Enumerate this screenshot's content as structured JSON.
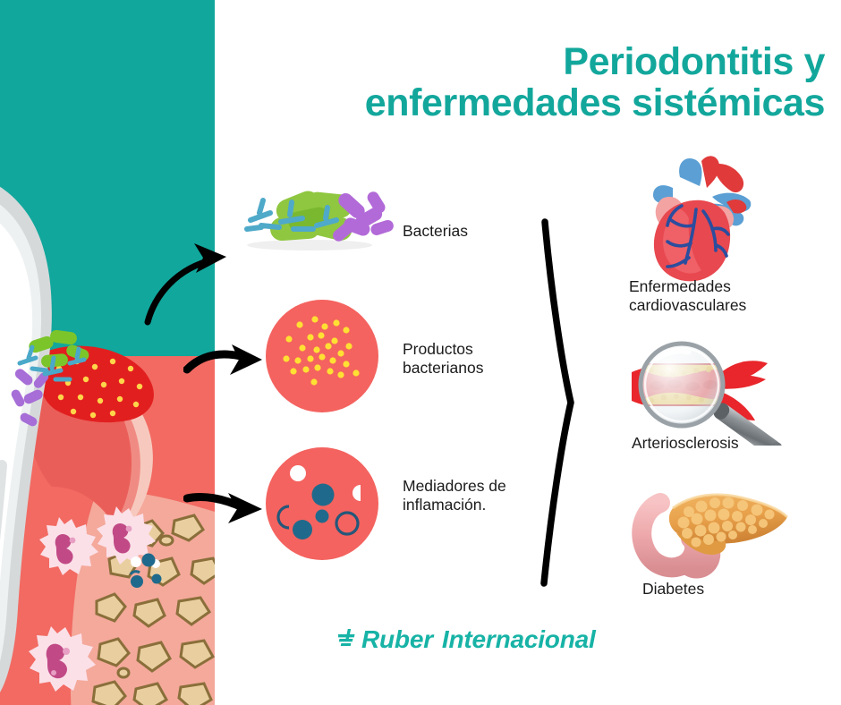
{
  "title": {
    "line1": "Periodontitis y",
    "line2": "enfermedades sistémicas",
    "color": "#13a79c"
  },
  "theme": {
    "teal": "#11a79c",
    "coral": "#f4635f",
    "salmon": "#f26a62",
    "yellow_dot": "#ffe033",
    "navy_dot": "#1f6a8c",
    "text": "#1b1b1b",
    "logo_teal": "#17b3a6",
    "arrow_black": "#000000"
  },
  "left_panel": {
    "illustration_name": "tooth-periodontitis-cross-section",
    "background_top": "#11a79c",
    "background_bottom": "#f26a62"
  },
  "causes": [
    {
      "id": "bacterias",
      "label": "Bacterias",
      "icon": "bacteria-cluster-icon"
    },
    {
      "id": "productos",
      "label": "Productos\nbacterianos",
      "label_line1": "Productos",
      "label_line2": "bacterianos",
      "icon": "bacterial-products-circle-icon"
    },
    {
      "id": "mediadores",
      "label": "Mediadores de\ninflamación.",
      "label_line1": "Mediadores de",
      "label_line2": "inflamación.",
      "icon": "inflammation-mediators-circle-icon"
    }
  ],
  "outcomes": [
    {
      "id": "cardiovascular",
      "label_line1": "Enfermedades",
      "label_line2": "cardiovasculares",
      "icon": "heart-icon"
    },
    {
      "id": "arteriosclerosis",
      "label_line1": "Arteriosclerosis",
      "label_line2": "",
      "icon": "artery-magnifier-icon"
    },
    {
      "id": "diabetes",
      "label_line1": "Diabetes",
      "label_line2": "",
      "icon": "pancreas-icon"
    }
  ],
  "graphics": {
    "bracket_name": "curly-bracket-connector",
    "arrow_bacterias": "curved-arrow-up-right",
    "arrow_productos": "arrow-right",
    "arrow_mediadores": "arrow-right",
    "products_dot_count": 28,
    "mediator_shapes": [
      "filled-circle",
      "filled-circle",
      "filled-circle",
      "ring",
      "arc",
      "white-circle",
      "white-half-circle"
    ]
  },
  "logo": {
    "mark": "ruber-cross-mark-icon",
    "word1": "Ruber",
    "word2": "Internacional"
  }
}
